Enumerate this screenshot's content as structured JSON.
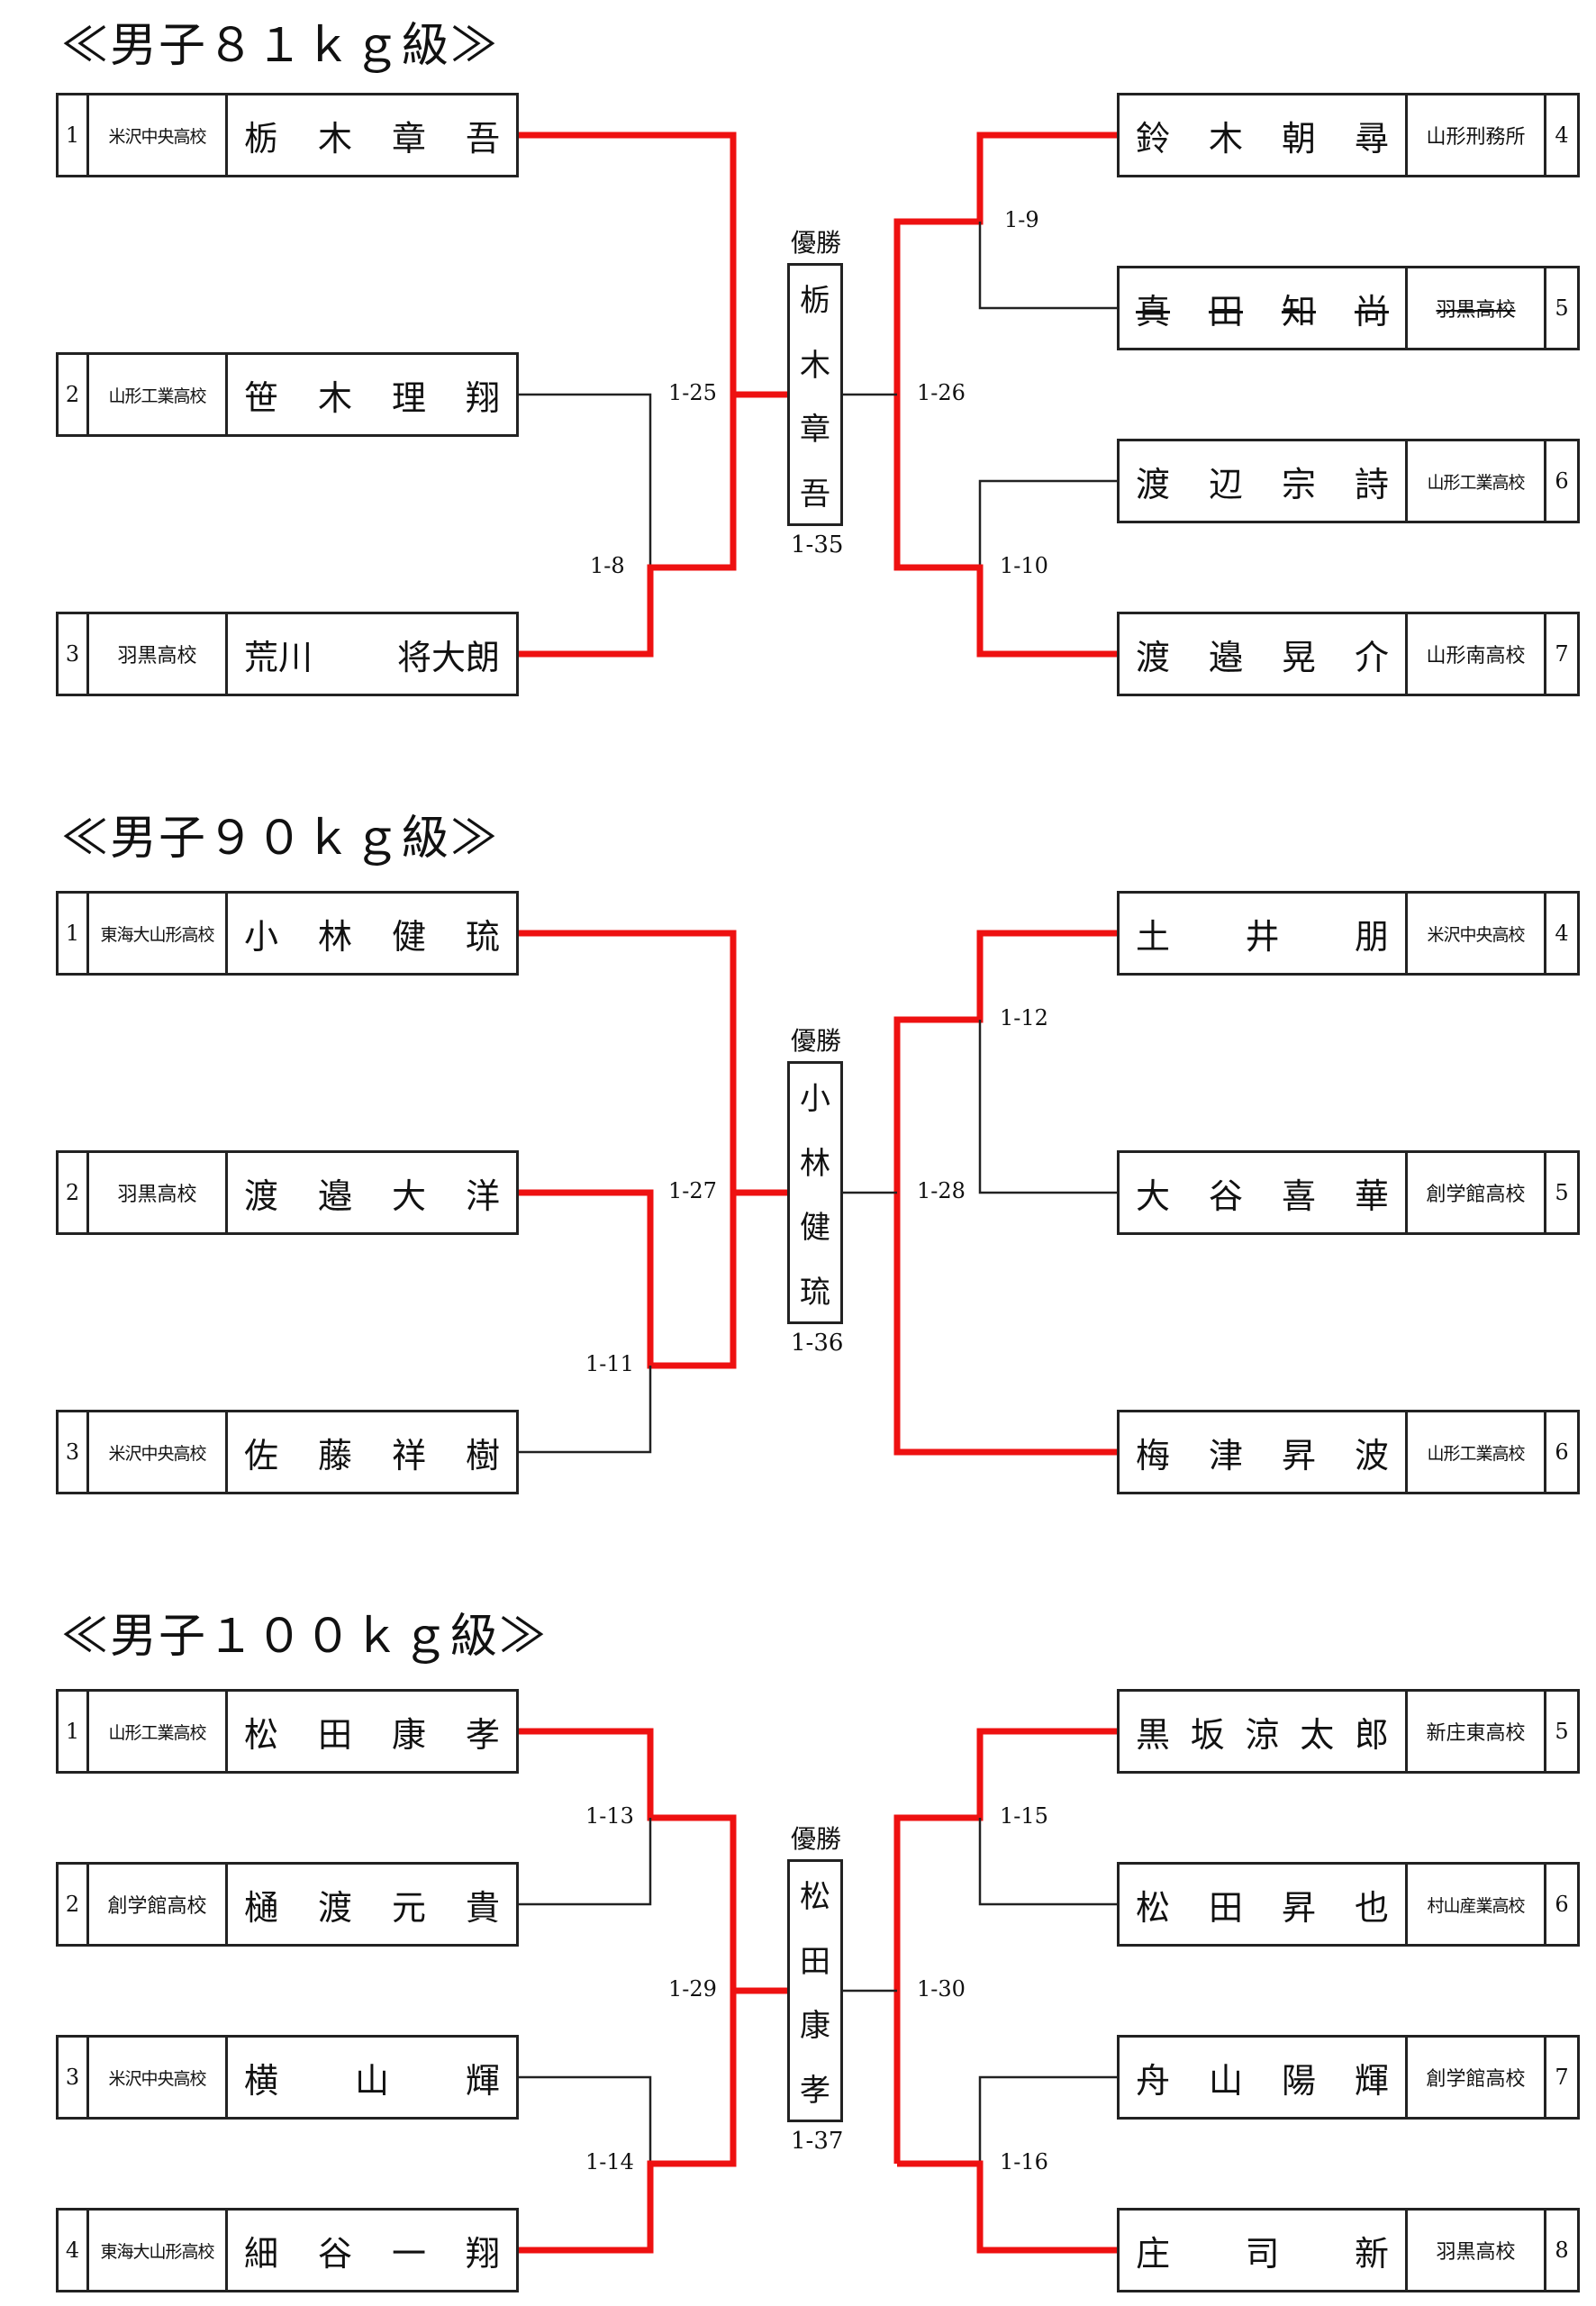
{
  "accent_color": "#ee1111",
  "winner_label": "優勝",
  "sections": [
    {
      "title": "≪男子８１ｋｇ級≫",
      "final_match": "1-35",
      "champion": [
        "栃",
        "木",
        "章",
        "吾"
      ],
      "left": [
        {
          "seed": "1",
          "school": "米沢中央高校",
          "name": [
            "栃",
            "木",
            "章",
            "吾"
          ]
        },
        {
          "seed": "2",
          "school": "山形工業高校",
          "name": [
            "笹",
            "木",
            "理",
            "翔"
          ]
        },
        {
          "seed": "3",
          "school": "羽黒高校",
          "name": [
            "荒川",
            "将大朗"
          ]
        }
      ],
      "right": [
        {
          "seed": "4",
          "school": "山形刑務所",
          "name": [
            "鈴",
            "木",
            "朝",
            "尋"
          ]
        },
        {
          "seed": "5",
          "school": "羽黒高校",
          "name": [
            "真",
            "田",
            "知",
            "尚"
          ],
          "struck": true
        },
        {
          "seed": "6",
          "school": "山形工業高校",
          "name": [
            "渡",
            "辺",
            "宗",
            "詩"
          ]
        },
        {
          "seed": "7",
          "school": "山形南高校",
          "name": [
            "渡",
            "邉",
            "晃",
            "介"
          ]
        }
      ],
      "match_labels": [
        "1-25",
        "1-8",
        "1-26",
        "1-9",
        "1-10"
      ]
    },
    {
      "title": "≪男子９０ｋｇ級≫",
      "final_match": "1-36",
      "champion": [
        "小",
        "林",
        "健",
        "琉"
      ],
      "left": [
        {
          "seed": "1",
          "school": "東海大山形高校",
          "name": [
            "小",
            "林",
            "健",
            "琉"
          ]
        },
        {
          "seed": "2",
          "school": "羽黒高校",
          "name": [
            "渡",
            "邉",
            "大",
            "洋"
          ]
        },
        {
          "seed": "3",
          "school": "米沢中央高校",
          "name": [
            "佐",
            "藤",
            "祥",
            "樹"
          ]
        }
      ],
      "right": [
        {
          "seed": "4",
          "school": "米沢中央高校",
          "name": [
            "土",
            "井",
            "朋"
          ]
        },
        {
          "seed": "5",
          "school": "創学館高校",
          "name": [
            "大",
            "谷",
            "喜",
            "華"
          ]
        },
        {
          "seed": "6",
          "school": "山形工業高校",
          "name": [
            "梅",
            "津",
            "昇",
            "波"
          ]
        }
      ],
      "match_labels": [
        "1-27",
        "1-11",
        "1-28",
        "1-12"
      ]
    },
    {
      "title": "≪男子１００ｋｇ級≫",
      "final_match": "1-37",
      "champion": [
        "松",
        "田",
        "康",
        "孝"
      ],
      "left": [
        {
          "seed": "1",
          "school": "山形工業高校",
          "name": [
            "松",
            "田",
            "康",
            "孝"
          ]
        },
        {
          "seed": "2",
          "school": "創学館高校",
          "name": [
            "樋",
            "渡",
            "元",
            "貴"
          ]
        },
        {
          "seed": "3",
          "school": "米沢中央高校",
          "name": [
            "横",
            "山",
            "輝"
          ]
        },
        {
          "seed": "4",
          "school": "東海大山形高校",
          "name": [
            "細",
            "谷",
            "一",
            "翔"
          ]
        }
      ],
      "right": [
        {
          "seed": "5",
          "school": "新庄東高校",
          "name": [
            "黒",
            "坂",
            "涼",
            "太",
            "郎"
          ]
        },
        {
          "seed": "6",
          "school": "村山産業高校",
          "name": [
            "松",
            "田",
            "昇",
            "也"
          ]
        },
        {
          "seed": "7",
          "school": "創学館高校",
          "name": [
            "舟",
            "山",
            "陽",
            "輝"
          ]
        },
        {
          "seed": "8",
          "school": "羽黒高校",
          "name": [
            "庄",
            "司",
            "新"
          ]
        }
      ],
      "match_labels": [
        "1-29",
        "1-13",
        "1-14",
        "1-30",
        "1-15",
        "1-16"
      ]
    }
  ]
}
